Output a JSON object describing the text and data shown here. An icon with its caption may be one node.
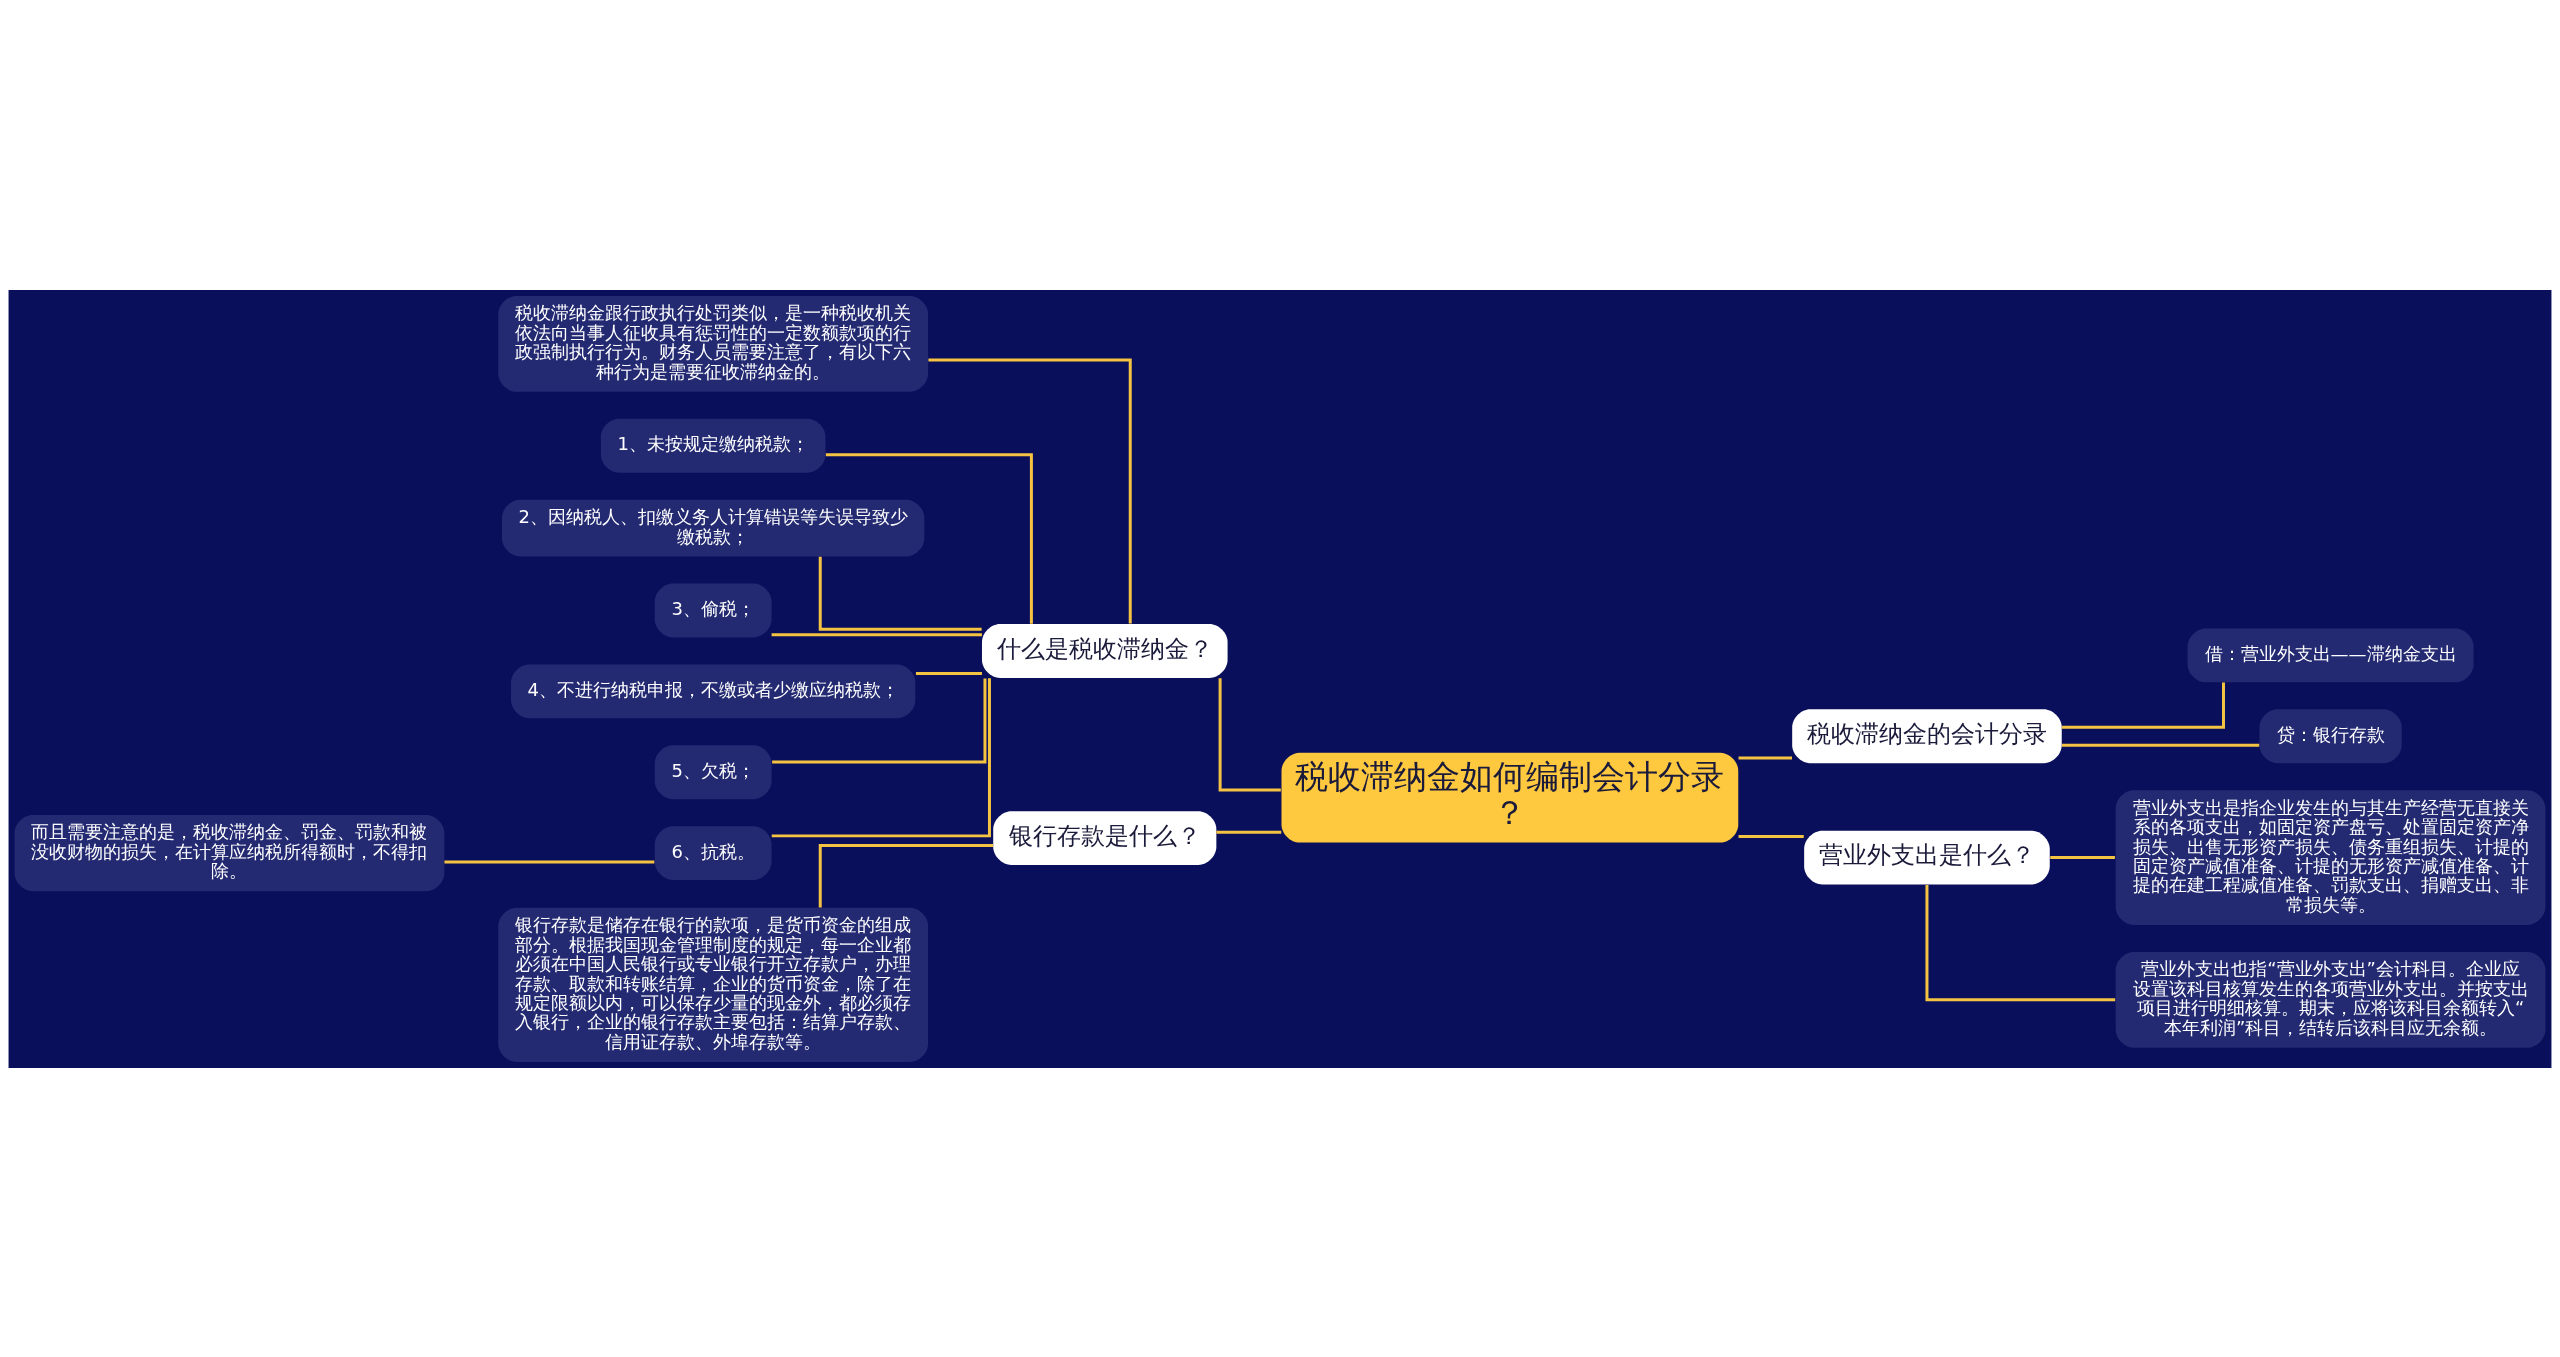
{
  "diagram": {
    "nodes": [
      {
        "text": [
          "税收滞纳金如何编制会计分录？"
        ]
      },
      {
        "text": [
          "什么是税收滞纳金？"
        ]
      },
      {
        "text": [
          "税收滞纳金跟行政执行处罚类似，是一种税收机关依法向当事人征收具有惩罚性的一定数额款项的行政强制执行行为。财务人员需要注意了，有以下六种行为是需要征收滞纳金的。"
        ]
      },
      {
        "text": [
          "1、未按规定缴纳税款；"
        ]
      },
      {
        "text": [
          "2、因纳税人、扣缴义务人计算错误等失误导致少缴税款；"
        ]
      },
      {
        "text": [
          "3、偷税；"
        ]
      },
      {
        "text": [
          "4、不进行纳税申报，不缴或者少缴应纳税款；"
        ]
      },
      {
        "text": [
          "5、欠税；"
        ]
      },
      {
        "text": [
          "6、抗税。"
        ]
      },
      {
        "text": [
          "而且需要注意的是，税收滞纳金、罚金、罚款和被没收财物的损失，在计算应纳税所得额时，不得扣除。"
        ]
      },
      {
        "text": [
          "银行存款是什么？"
        ]
      },
      {
        "text": [
          "银行存款是储存在银行的款项，是货币资金的组成部分。根据我国现金管理制度的规定，每一企业都必须在中国人民银行或专业银行开立存款户，办理存款、取款和转账结算，企业的货币资金，除了在规定限额以内，可以保存少量的现金外，都必须存入银行，企业的银行存款主要包括：结算户存款、信用证存款、外埠存款等。"
        ]
      },
      {
        "text": [
          "税收滞纳金的会计分录"
        ]
      },
      {
        "text": [
          "借：营业外支出——滞纳金支出"
        ]
      },
      {
        "text": [
          "贷：银行存款"
        ]
      },
      {
        "text": [
          "营业外支出是什么？"
        ]
      },
      {
        "text": [
          "营业外支出是指企业发生的与其生产经营无直接关系的各项支出，如固定资产盘亏、处置固定资产净损失、出售无形资产损失、债务重组损失、计提的固定资产减值准备、计提的无形资产减值准备、计提的在建工程减值准备、罚款支出、捐赠支出、非常损失等。"
        ]
      },
      {
        "text": [
          "营业外支出也指“营业外支出”会计科目。企业应设置该科目核算发生的各项营业外支出。并按支出项目进行明细核算。期末，应将该科目余额转入“本年利润”科目，结转后该科目应无余额。"
        ]
      }
    ],
    "edges": [
      {
        "from": 0,
        "to": 1,
        "arrow": "none"
      },
      {
        "from": 1,
        "to": 2,
        "arrow": "none"
      },
      {
        "from": 1,
        "to": 3,
        "arrow": "none"
      },
      {
        "from": 1,
        "to": 4,
        "arrow": "none"
      },
      {
        "from": 1,
        "to": 5,
        "arrow": "none"
      },
      {
        "from": 1,
        "to": 6,
        "arrow": "none"
      },
      {
        "from": 1,
        "to": 7,
        "arrow": "none"
      },
      {
        "from": 1,
        "to": 8,
        "arrow": "none"
      },
      {
        "from": 8,
        "to": 9,
        "arrow": "none"
      },
      {
        "from": 0,
        "to": 10,
        "arrow": "none"
      },
      {
        "from": 10,
        "to": 11,
        "arrow": "none"
      },
      {
        "from": 0,
        "to": 12,
        "arrow": "none"
      },
      {
        "from": 12,
        "to": 13,
        "arrow": "none"
      },
      {
        "from": 12,
        "to": 14,
        "arrow": "none"
      },
      {
        "from": 0,
        "to": 15,
        "arrow": "none"
      },
      {
        "from": 15,
        "to": 16,
        "arrow": "none"
      },
      {
        "from": 15,
        "to": 17,
        "arrow": "none"
      }
    ]
  }
}
